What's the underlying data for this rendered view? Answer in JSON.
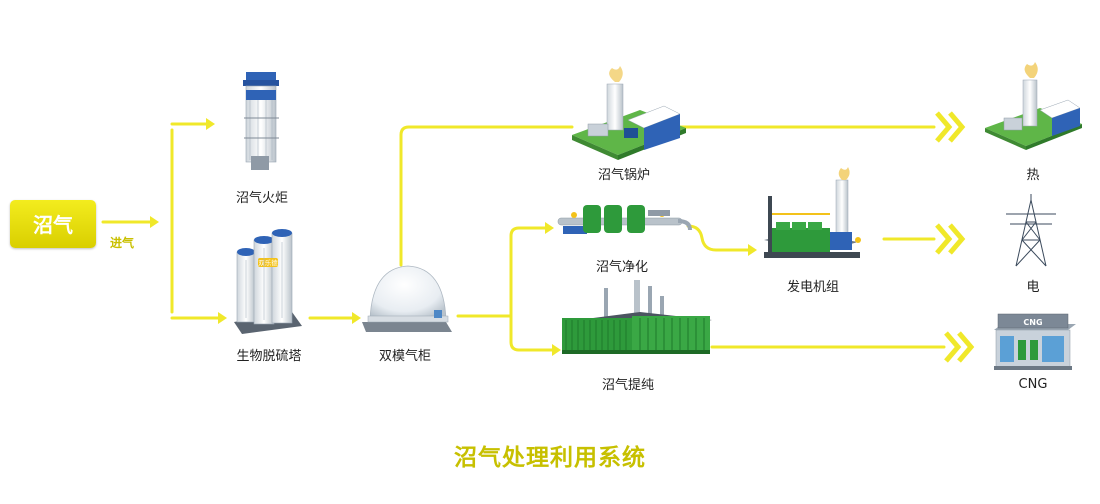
{
  "title": "沼气处理利用系统",
  "source": {
    "label": "沼气",
    "inlet_label": "进气"
  },
  "nodes": {
    "flare": "沼气火炬",
    "desulfurization_tower": "生物脱硫塔",
    "gas_holder": "双模气柜",
    "boiler": "沼气锅炉",
    "purification": "沼气净化",
    "upgrading": "沼气提纯",
    "generator_set": "发电机组"
  },
  "outputs": {
    "heat": "热",
    "electricity": "电",
    "cng": "CNG"
  },
  "tower_badge": "双乐德",
  "cng_station_sign": "CNG",
  "colors": {
    "flow_line": "#f0e82a",
    "title": "#c7c000",
    "source_box": "#ece41a",
    "equipment_green": "#2e9a3b",
    "equipment_blue": "#2f63b6"
  }
}
